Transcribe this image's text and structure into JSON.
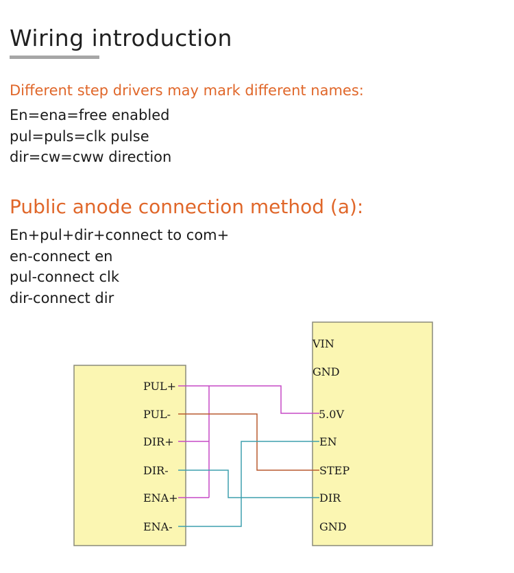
{
  "title": "Wiring introduction",
  "subheading": "Different step drivers may mark different names:",
  "aliases": [
    "En=ena=free enabled",
    "pul=puls=clk pulse",
    "dir=cw=cww direction"
  ],
  "method_heading": "Public anode connection method (a):",
  "method_lines": [
    "En+pul+dir+connect to com+",
    "en-connect en",
    "pul-connect clk",
    "dir-connect dir"
  ],
  "diagram": {
    "left_pins": [
      "PUL+",
      "PUL-",
      "DIR+",
      "DIR-",
      "ENA+",
      "ENA-"
    ],
    "right_pins": [
      "VIN",
      "GND",
      "5.0V",
      "EN",
      "STEP",
      "DIR",
      "GND"
    ],
    "colors": {
      "box_fill": "#fbf6b2",
      "box_stroke": "#8a8a7a",
      "magenta": "#c549c6",
      "brown": "#b8592e",
      "teal": "#3d9fae"
    }
  }
}
